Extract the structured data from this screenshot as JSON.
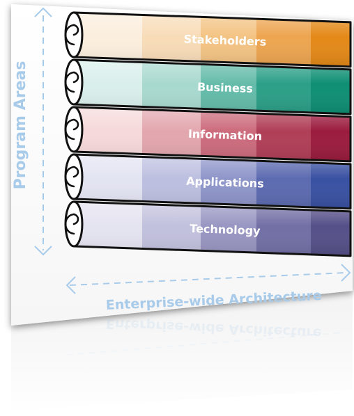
{
  "diagram": {
    "y_axis_label": "Program Areas",
    "x_axis_label": "Enterprise-wide Architecture",
    "layers": [
      {
        "label": "Stakeholders",
        "colors": [
          "#fbeedd",
          "#f8dcb8",
          "#f3c383",
          "#eda550",
          "#e48918"
        ]
      },
      {
        "label": "Business",
        "colors": [
          "#d9efeb",
          "#a8d9cf",
          "#64bba9",
          "#2b9f87",
          "#0e8f74"
        ]
      },
      {
        "label": "Information",
        "colors": [
          "#f6d9da",
          "#e3a6ae",
          "#cc6b7c",
          "#b03e57",
          "#9b1b3e"
        ]
      },
      {
        "label": "Applications",
        "colors": [
          "#e3e4f2",
          "#bdbfe0",
          "#8e95c9",
          "#5c6ab0",
          "#3951a2"
        ]
      },
      {
        "label": "Technology",
        "colors": [
          "#e4e3f0",
          "#c2c1dd",
          "#9896c2",
          "#726fa5",
          "#555088"
        ]
      }
    ]
  }
}
